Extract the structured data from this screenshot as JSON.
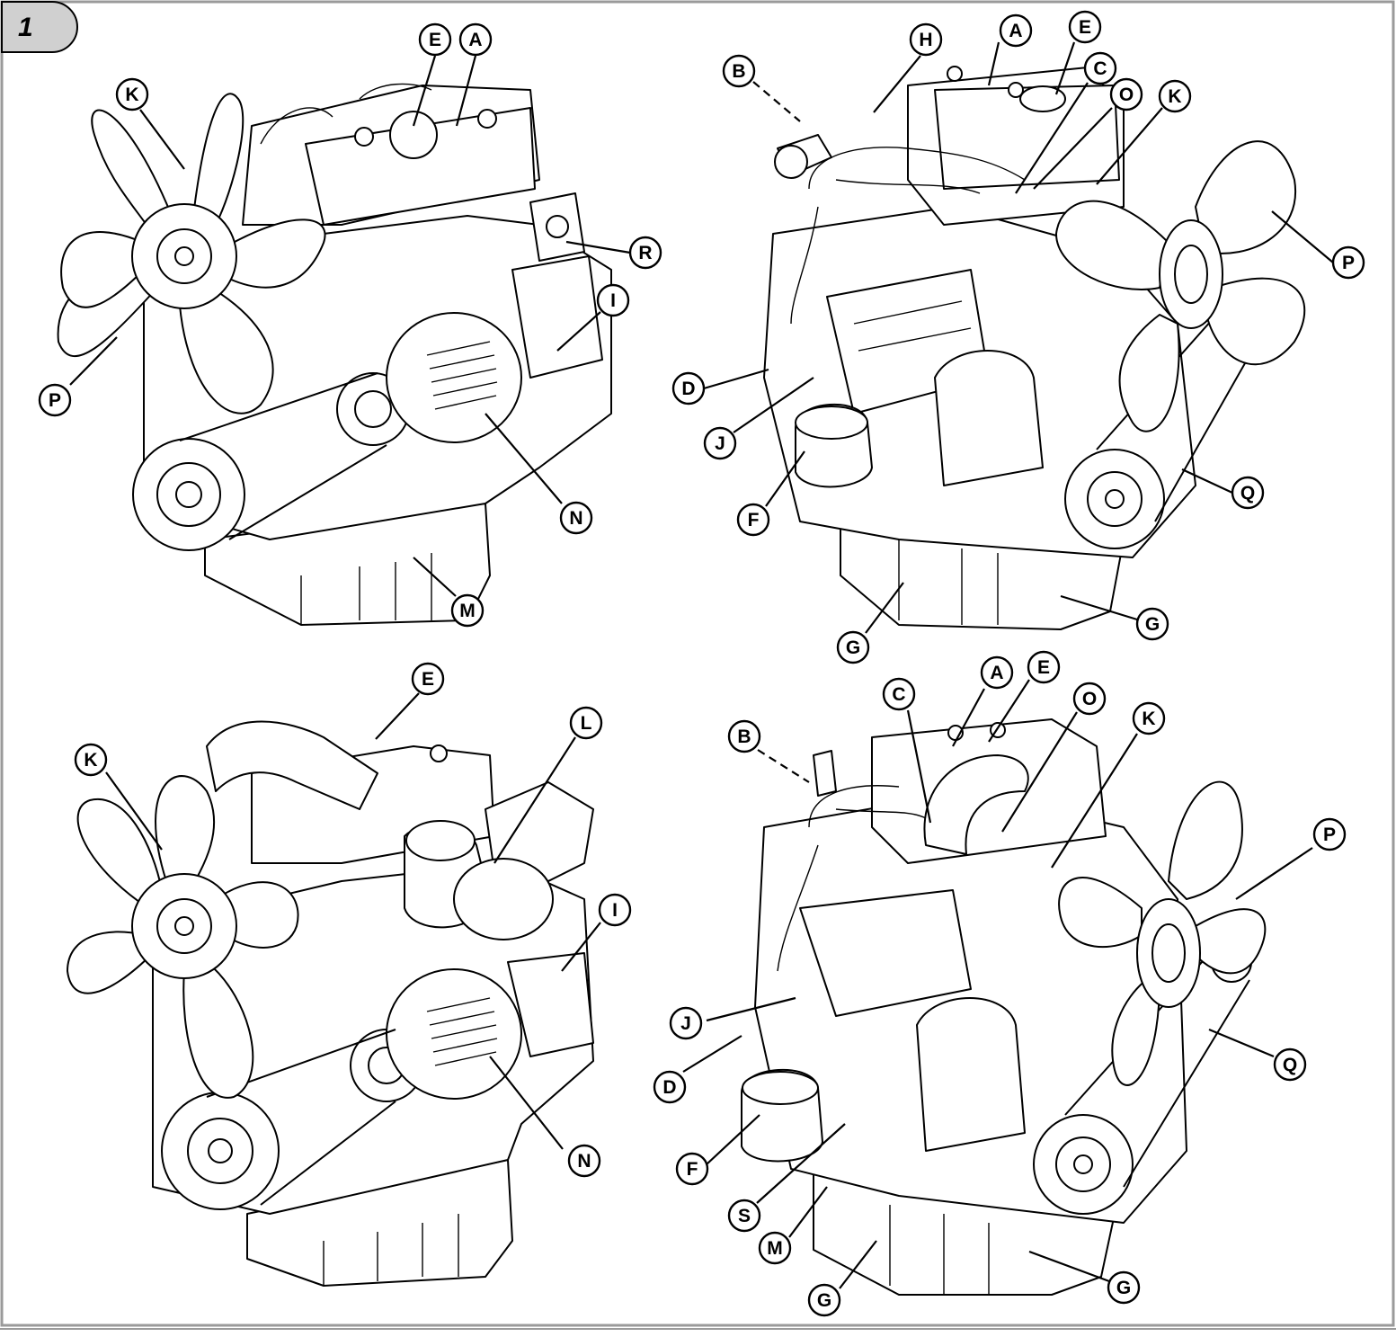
{
  "figure": {
    "number": "1"
  },
  "views": [
    {
      "id": "top-left",
      "callouts": [
        {
          "letter": "E"
        },
        {
          "letter": "A"
        },
        {
          "letter": "K"
        },
        {
          "letter": "R"
        },
        {
          "letter": "I"
        },
        {
          "letter": "P"
        },
        {
          "letter": "N"
        },
        {
          "letter": "M"
        }
      ]
    },
    {
      "id": "top-right",
      "callouts": [
        {
          "letter": "B"
        },
        {
          "letter": "H"
        },
        {
          "letter": "A"
        },
        {
          "letter": "E"
        },
        {
          "letter": "C"
        },
        {
          "letter": "O"
        },
        {
          "letter": "K"
        },
        {
          "letter": "P"
        },
        {
          "letter": "D"
        },
        {
          "letter": "J"
        },
        {
          "letter": "F"
        },
        {
          "letter": "Q"
        },
        {
          "letter": "G"
        },
        {
          "letter": "G"
        }
      ]
    },
    {
      "id": "bottom-left",
      "callouts": [
        {
          "letter": "E"
        },
        {
          "letter": "K"
        },
        {
          "letter": "L"
        },
        {
          "letter": "I"
        },
        {
          "letter": "N"
        }
      ]
    },
    {
      "id": "bottom-right",
      "callouts": [
        {
          "letter": "A"
        },
        {
          "letter": "E"
        },
        {
          "letter": "C"
        },
        {
          "letter": "O"
        },
        {
          "letter": "B"
        },
        {
          "letter": "K"
        },
        {
          "letter": "P"
        },
        {
          "letter": "J"
        },
        {
          "letter": "Q"
        },
        {
          "letter": "D"
        },
        {
          "letter": "F"
        },
        {
          "letter": "S"
        },
        {
          "letter": "M"
        },
        {
          "letter": "G"
        },
        {
          "letter": "G"
        }
      ]
    }
  ]
}
